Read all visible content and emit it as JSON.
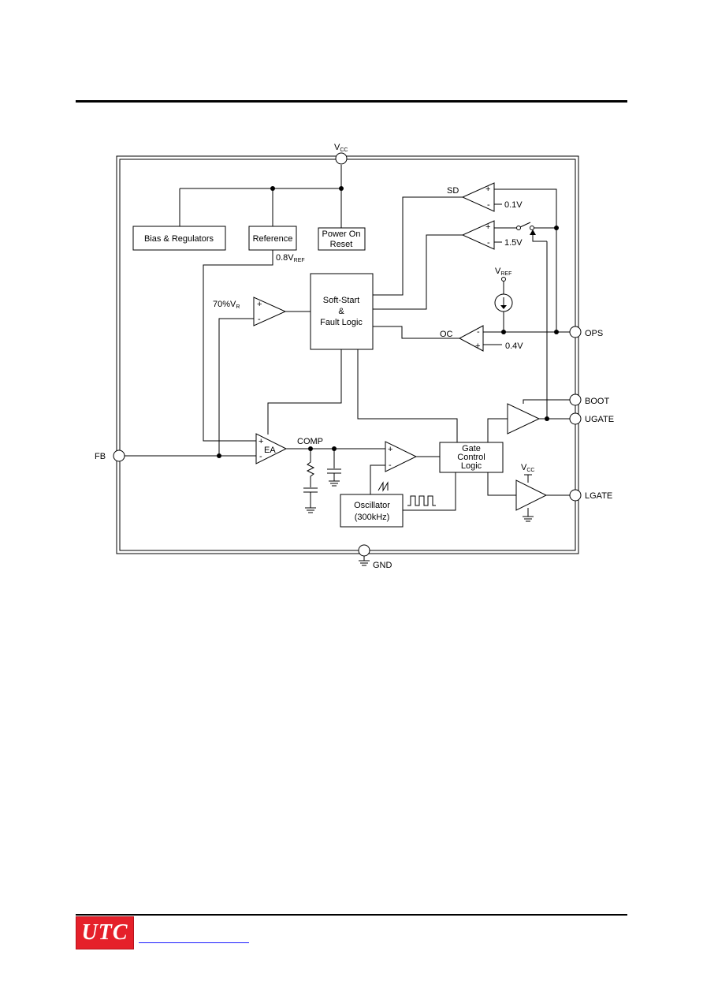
{
  "diagram": {
    "pins": {
      "vcc": "V",
      "vcc_sub": "CC",
      "gnd": "GND",
      "fb": "FB",
      "ops": "OPS",
      "boot": "BOOT",
      "ugate": "UGATE",
      "lgate": "LGATE"
    },
    "blocks": {
      "bias": "Bias & Regulators",
      "reference": "Reference",
      "por_line1": "Power On",
      "por_line2": "Reset",
      "softstart_line1": "Soft-Start",
      "softstart_line2": "&",
      "softstart_line3": "Fault Logic",
      "gate_line1": "Gate",
      "gate_line2": "Control",
      "gate_line3": "Logic",
      "osc_line1": "Oscillator",
      "osc_line2": "(300kHz)"
    },
    "labels": {
      "sd": "SD",
      "v01": "0.1V",
      "v15": "1.5V",
      "vref": "V",
      "vref_sub": "REF",
      "oc": "OC",
      "v04": "0.4V",
      "ref08": "0.8V",
      "ref08_sub": "REF",
      "pct70": "70%V",
      "pct70_sub": "R",
      "ea": "EA",
      "comp": "COMP",
      "vcc_small": "V",
      "vcc_small_sub": "CC",
      "plus": "+",
      "minus": "-"
    }
  },
  "footer": {
    "logo": "UTC"
  }
}
